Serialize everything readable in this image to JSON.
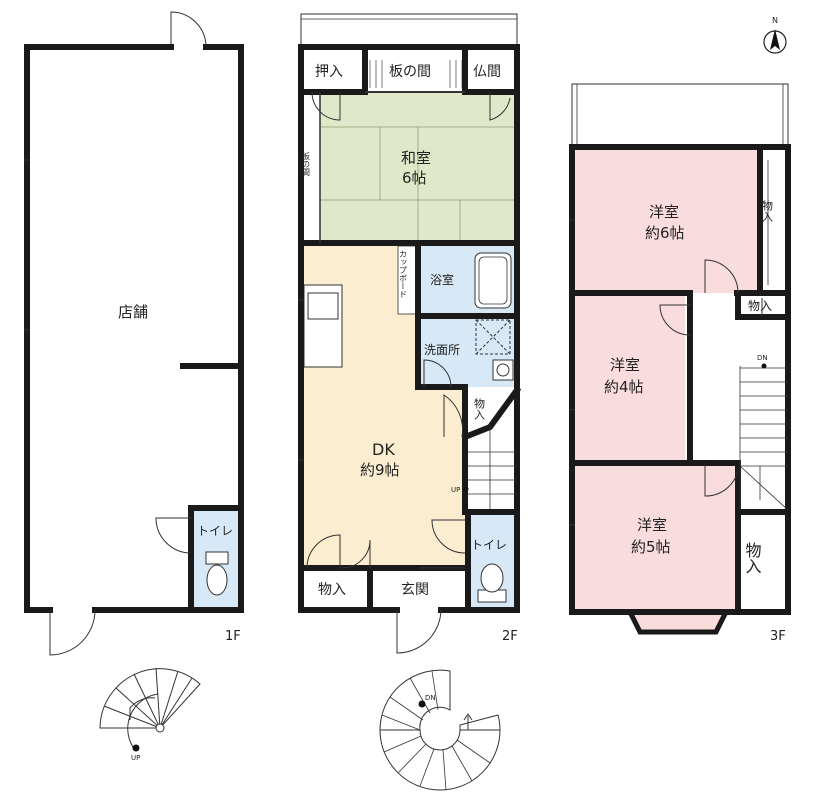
{
  "colors": {
    "wall": "#1a1a1a",
    "washitsu": "#dfe8c9",
    "dk": "#fbeed0",
    "youshitsu": "#f9dcdc",
    "wet": "#d7e9f7",
    "white": "#ffffff"
  },
  "compass": {
    "north": "N"
  },
  "floor1": {
    "floor_label": "1F",
    "shop": "店舗",
    "toilet": "トイレ",
    "stair_up": "UP"
  },
  "floor2": {
    "floor_label": "2F",
    "oshiire": "押入",
    "itanoma_top": "板の間",
    "butsuma": "仏間",
    "washitsu_name": "和室",
    "washitsu_size": "6帖",
    "itanoma_side": "板の間",
    "cupboard": "カップボード",
    "bath": "浴室",
    "washroom": "洗面所",
    "storage_small": "物入",
    "dk_name": "DK",
    "dk_size": "約9帖",
    "stair_up": "UP",
    "toilet": "トイレ",
    "storage": "物入",
    "genkan": "玄関",
    "outdoor_stair_dn": "DN"
  },
  "floor3": {
    "floor_label": "3F",
    "room1_name": "洋室",
    "room1_size": "約6帖",
    "room1_storage": "物入",
    "storage_mid": "物入",
    "stair_dn": "DN",
    "room2_name": "洋室",
    "room2_size": "約4帖",
    "room3_name": "洋室",
    "room3_size": "約5帖",
    "storage_large": "物入"
  }
}
